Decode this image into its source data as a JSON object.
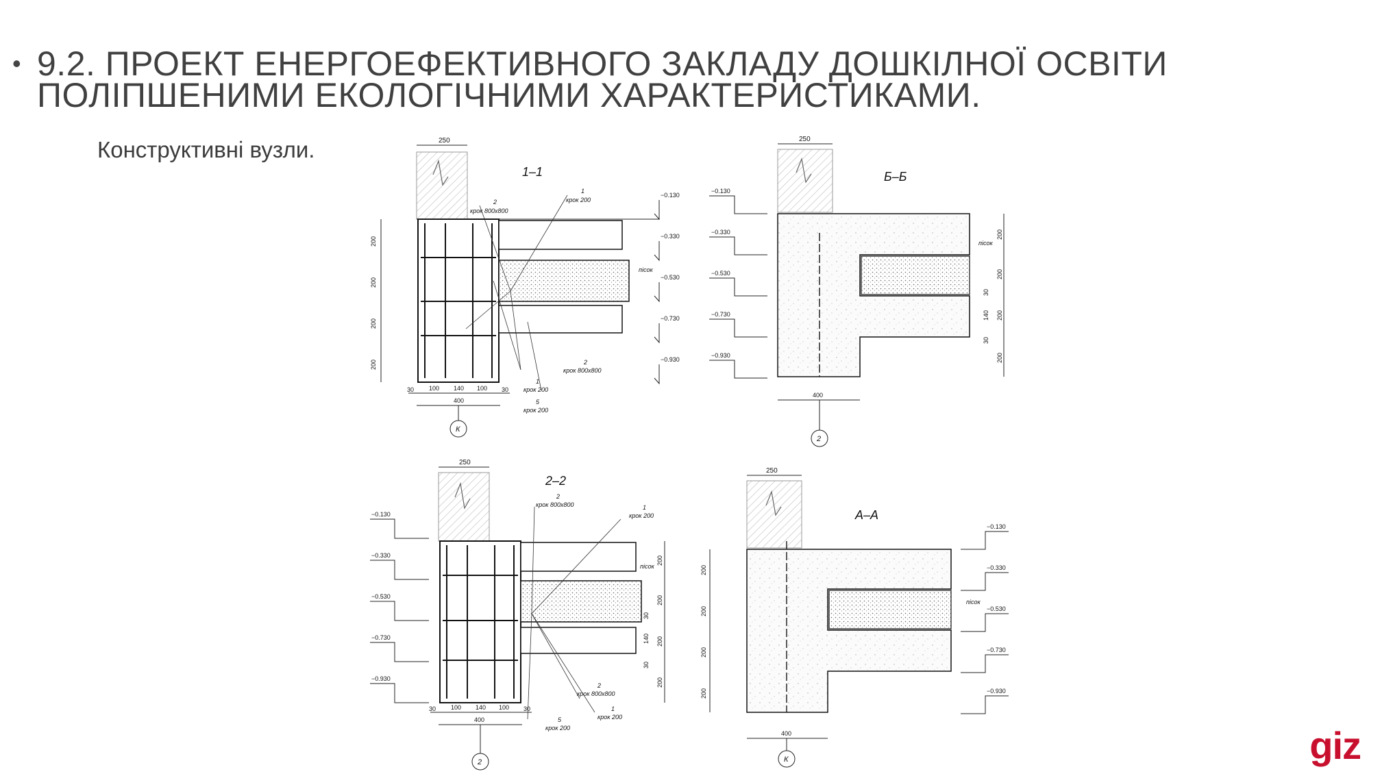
{
  "slide": {
    "bullet": "•",
    "title_line1": "9.2. ПРОЕКТ ЕНЕРГОЕФЕКТИВНОГО ЗАКЛАДУ ДОШКІЛНОЇ ОСВІТИ",
    "title_line2": "ПОЛІПШЕНИМИ ЕКОЛОГІЧНИМИ ХАРАКТЕРИСТИКАМИ.",
    "subtitle": "Конструктивні вузли.",
    "logo": "giz",
    "logo_color": "#c8102e"
  },
  "drawings": {
    "section_1_1": {
      "label": "1–1",
      "wall_width": "250",
      "levels": [
        "−0.130",
        "−0.330",
        "−0.530",
        "−0.730",
        "−0.930"
      ],
      "dims_vertical": [
        "200",
        "200",
        "200",
        "200"
      ],
      "dims_bottom": [
        "30",
        "100",
        "140",
        "100",
        "30"
      ],
      "total_width": "400",
      "axis": "К",
      "callouts": [
        {
          "num": "2",
          "text": "крок 800х800"
        },
        {
          "num": "1",
          "text": "крок 200"
        },
        {
          "num": "2",
          "text": "крок 800х800"
        },
        {
          "num": "1",
          "text": "крок 200"
        },
        {
          "num": "5",
          "text": "крок 200"
        }
      ],
      "fill_label": "пісок"
    },
    "section_b_b": {
      "label": "Б–Б",
      "wall_width": "250",
      "levels": [
        "−0.130",
        "−0.330",
        "−0.530",
        "−0.730",
        "−0.930"
      ],
      "dims_right": [
        "200",
        "200",
        "30",
        "140",
        "200",
        "30",
        "200"
      ],
      "total_width": "400",
      "axis": "2",
      "fill_label": "пісок"
    },
    "section_2_2": {
      "label": "2–2",
      "wall_width": "250",
      "levels": [
        "−0.130",
        "−0.330",
        "−0.530",
        "−0.730",
        "−0.930"
      ],
      "dims_right": [
        "200",
        "200",
        "30",
        "140",
        "200",
        "30",
        "200"
      ],
      "dims_bottom": [
        "30",
        "100",
        "140",
        "100",
        "30"
      ],
      "total_width": "400",
      "axis": "2",
      "callouts": [
        {
          "num": "2",
          "text": "крок 800х800"
        },
        {
          "num": "1",
          "text": "крок 200"
        },
        {
          "num": "2",
          "text": "крок 800х800"
        },
        {
          "num": "1",
          "text": "крок 200"
        },
        {
          "num": "5",
          "text": "крок 200"
        }
      ],
      "fill_label": "пісок"
    },
    "section_a_a": {
      "label": "А–А",
      "wall_width": "250",
      "levels": [
        "−0.130",
        "−0.330",
        "−0.530",
        "−0.730",
        "−0.930"
      ],
      "dims_left": [
        "200",
        "200",
        "200",
        "200"
      ],
      "total_width": "400",
      "axis": "К",
      "fill_label": "пісок"
    }
  }
}
